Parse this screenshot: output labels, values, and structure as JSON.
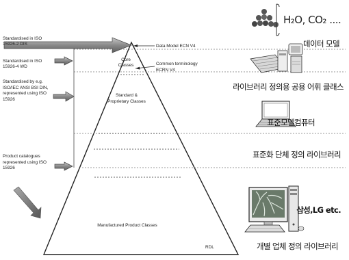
{
  "left_notes": {
    "std_2dis": "Standardised in ISO 15926-2 DIS",
    "std_4wd": "Standardised in ISO 15926-4 WD",
    "std_other": "Standardised by e.g. ISO/IEC ANSI BSI DIN, represented using ISO 15926",
    "catalogues": "Product catalogues represented using ISO 15926"
  },
  "pyramid": {
    "core": "Core Classes",
    "standard": "Standard & Proprietary Classes",
    "manufactured": "Manufactured Product Classes",
    "rdl": "RDL"
  },
  "annotations": {
    "data_model": "Data Model ECN V4",
    "common_terminology": "Common terminology ECRN V4"
  },
  "formula": "H₂O, CO₂ ....",
  "right_labels": {
    "data_model_kr": "데이터 모델",
    "library_kr": "라이브러리 정의용 공용 어휘 클래스",
    "standard_pc_kr": "표준모델컴퓨터",
    "standard_org_kr": "표준화 단체 정의 라이브러리",
    "brands_kr": "삼성,LG etc.",
    "vendor_kr": "개별 업체 정의 라이브러리"
  },
  "icons": {
    "molecule": "molecule-icon",
    "keyboard": "keyboard-icon",
    "laptop": "laptop-icon",
    "desktop": "desktop-computer-icon",
    "arrow": "right-arrow-icon"
  }
}
